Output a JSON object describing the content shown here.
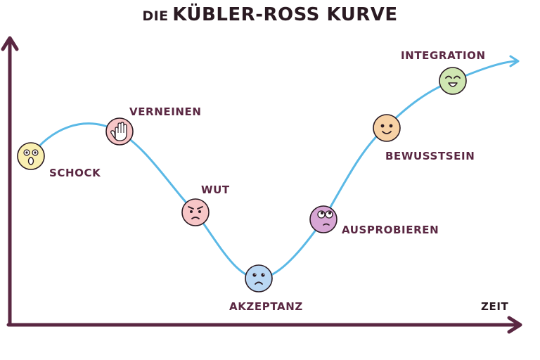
{
  "title": {
    "prefix": "DIE",
    "main": "KÜBLER-ROSS KURVE"
  },
  "x_axis_label": "ZEIT",
  "stages": [
    {
      "key": "schock",
      "label": "SCHOCK",
      "face": "shocked",
      "color": "#f9efb1",
      "icon": "shocked-face-icon"
    },
    {
      "key": "verneinen",
      "label": "VERNEINEN",
      "face": "hand",
      "color": "#f7c6c7",
      "icon": "stop-hand-icon"
    },
    {
      "key": "wut",
      "label": "WUT",
      "face": "angry",
      "color": "#f7c6c7",
      "icon": "angry-face-icon"
    },
    {
      "key": "akzeptanz",
      "label": "AKZEPTANZ",
      "face": "sad",
      "color": "#b9d7f3",
      "icon": "sad-face-icon"
    },
    {
      "key": "ausprobieren",
      "label": "AUSPROBIEREN",
      "face": "confused",
      "color": "#d7a6d4",
      "icon": "confused-face-icon"
    },
    {
      "key": "bewusstsein",
      "label": "BEWUSSTSEIN",
      "face": "smile",
      "color": "#f7d1a5",
      "icon": "smiling-face-icon"
    },
    {
      "key": "integration",
      "label": "INTEGRATION",
      "face": "happy",
      "color": "#cfe6b2",
      "icon": "happy-face-icon"
    }
  ],
  "colors": {
    "axis": "#5a2742",
    "curve": "#5bb9e6",
    "label": "#5a2742",
    "outline": "#2a1a22"
  }
}
